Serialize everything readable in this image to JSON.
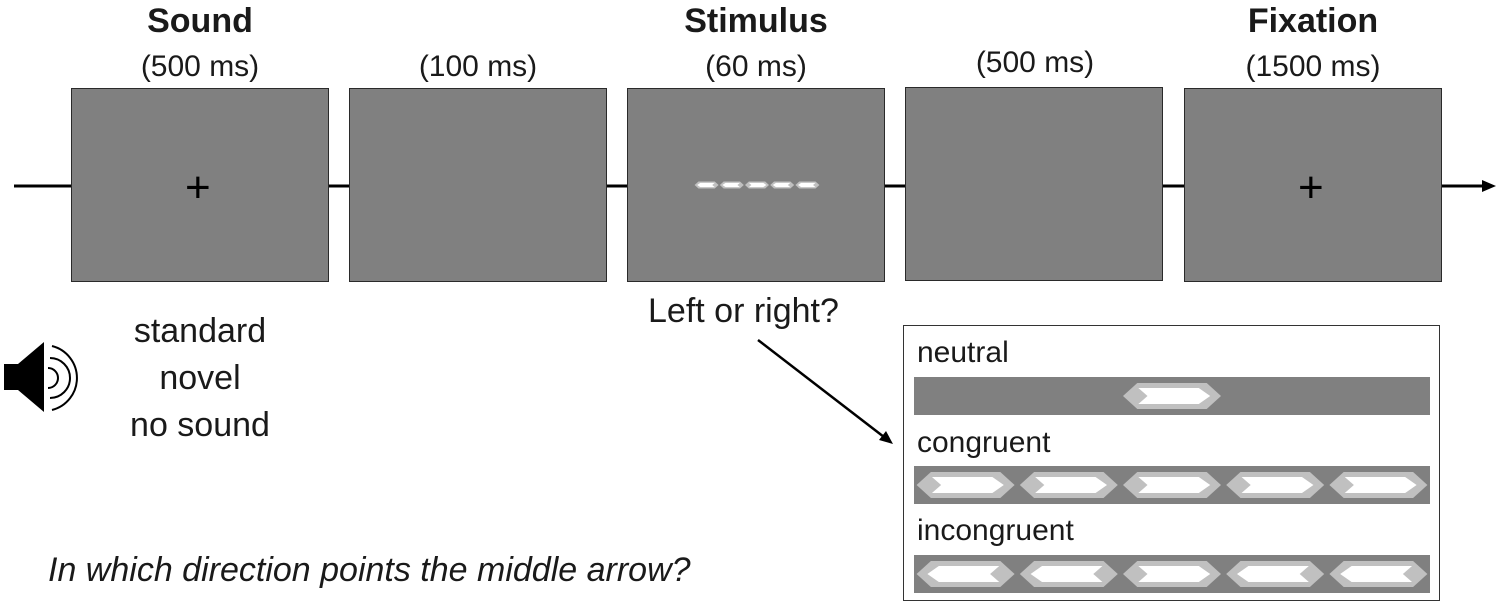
{
  "phases": [
    {
      "title": "Sound",
      "duration": "(500 ms)",
      "content": "+"
    },
    {
      "title": "",
      "duration": "(100 ms)",
      "content": ""
    },
    {
      "title": "Stimulus",
      "duration": "(60 ms)",
      "content": "arrows"
    },
    {
      "title": "",
      "duration": "(500 ms)",
      "content": ""
    },
    {
      "title": "Fixation",
      "duration": "(1500 ms)",
      "content": "+"
    }
  ],
  "sound_types": [
    "standard",
    "novel",
    "no sound"
  ],
  "response_prompt": "Left or right?",
  "question": "In which direction points the middle arrow?",
  "conditions": [
    {
      "label": "neutral",
      "arrows": [
        "",
        "",
        "right",
        "",
        ""
      ]
    },
    {
      "label": "congruent",
      "arrows": [
        "right",
        "right",
        "right",
        "right",
        "right"
      ]
    },
    {
      "label": "incongruent",
      "arrows": [
        "left",
        "left",
        "right",
        "left",
        "left"
      ]
    }
  ],
  "icons": {
    "speaker": "speaker-icon"
  },
  "colors": {
    "screen": "#808080",
    "arrow_fill": "#ffffff",
    "arrow_notch": "#c0c0c0"
  }
}
